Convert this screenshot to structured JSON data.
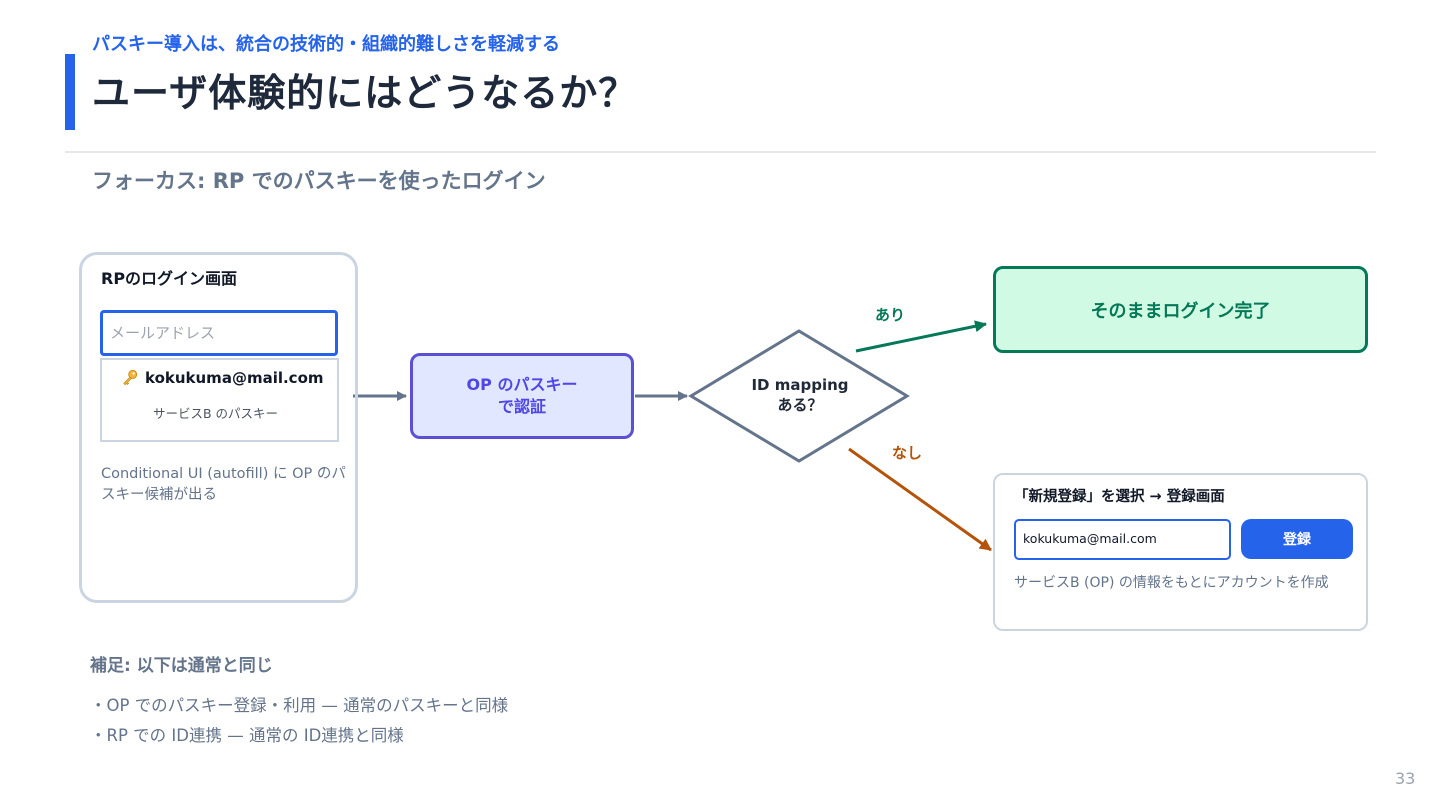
{
  "header": {
    "subtitle": "パスキー導入は、統合の技術的・組織的難しさを軽減する",
    "title": "ユーザ体験的にはどうなるか？",
    "focus": "フォーカス: RP でのパスキーを使ったログイン"
  },
  "login_panel": {
    "title": "RPのログイン画面",
    "email_placeholder": "メールアドレス",
    "suggestion": {
      "icon": "key-icon",
      "email": "kokukuma@mail.com",
      "subtitle": "サービスB のパスキー"
    },
    "note": "Conditional UI (autofill) に OP のパスキー候補が出る"
  },
  "flow": {
    "op_auth": "OP のパスキー\nで認証",
    "decision": "ID mapping\nある？",
    "branch_yes": "あり",
    "branch_no": "なし",
    "done": "そのままログイン完了"
  },
  "registration": {
    "title": "「新規登録」を選択 → 登録画面",
    "email_value": "kokukuma@mail.com",
    "button_label": "登録",
    "note": "サービスB (OP) の情報をもとにアカウントを作成"
  },
  "supplement": {
    "title": "補足: 以下は通常と同じ",
    "items": [
      "・OP でのパスキー登録・利用 — 通常のパスキーと同様",
      "・RP での ID連携 — 通常の ID連携と同様"
    ]
  },
  "page_number": "33",
  "colors": {
    "accent": "#2563eb",
    "op_fill": "#e0e7ff",
    "op_border": "#5b4fd4",
    "yes": "#047857",
    "yes_fill": "#d1fae5",
    "no": "#b45309",
    "neutral_arrow": "#64748b"
  }
}
